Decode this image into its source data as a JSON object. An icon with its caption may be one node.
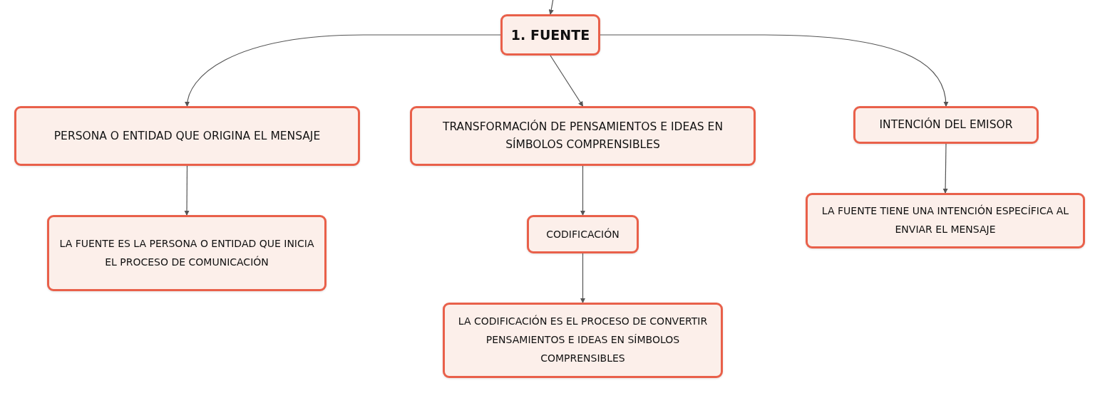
{
  "diagram": {
    "nodes": [
      {
        "text": [
          "1. FUENTE"
        ]
      },
      {
        "text": [
          "PERSONA O ENTIDAD QUE ORIGINA EL MENSAJE"
        ]
      },
      {
        "text": [
          "TRANSFORMACIÓN DE PENSAMIENTOS E IDEAS EN SÍMBOLOS COMPRENSIBLES"
        ]
      },
      {
        "text": [
          "INTENCIÓN DEL EMISOR"
        ]
      },
      {
        "text": [
          "LA FUENTE ES LA PERSONA O ENTIDAD QUE INICIA EL PROCESO DE COMUNICACIÓN"
        ]
      },
      {
        "text": [
          "CODIFICACIÓN"
        ]
      },
      {
        "text": [
          "LA CODIFICACIÓN ES EL PROCESO DE CONVERTIR PENSAMIENTOS E IDEAS EN SÍMBOLOS COMPRENSIBLES"
        ]
      },
      {
        "text": [
          "LA FUENTE TIENE UNA INTENCIÓN ESPECÍFICA AL ENVIAR EL MENSAJE"
        ]
      }
    ],
    "edges": [
      {
        "from": null,
        "to": 0,
        "arrow": "to"
      },
      {
        "from": 0,
        "to": 1,
        "arrow": "to"
      },
      {
        "from": 0,
        "to": 2,
        "arrow": "to"
      },
      {
        "from": 0,
        "to": 3,
        "arrow": "to"
      },
      {
        "from": 1,
        "to": 4,
        "arrow": "to"
      },
      {
        "from": 2,
        "to": 5,
        "arrow": "to"
      },
      {
        "from": 5,
        "to": 6,
        "arrow": "to"
      },
      {
        "from": 3,
        "to": 7,
        "arrow": "to"
      }
    ]
  }
}
